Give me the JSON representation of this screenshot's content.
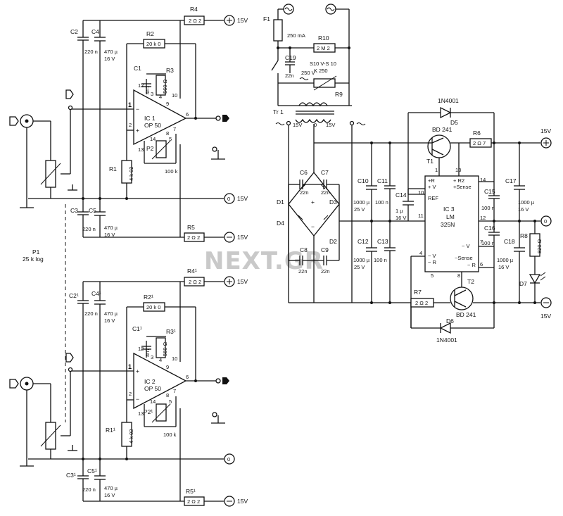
{
  "watermark": "NEXT.GR",
  "ch1": {
    "r4": "R4",
    "r4v": "2 Ω 2",
    "vpos": "15V",
    "c2": "C2",
    "c2v": "220 n",
    "c4": "C4",
    "c4v1": "470 µ",
    "c4v2": "16 V",
    "r2": "R2",
    "r2v": "20 k 0",
    "c1": "C1",
    "c1v": "4n7",
    "r3": "R3",
    "r3v": "560 Ω",
    "ic": "IC 1",
    "icv": "OP 50",
    "p2": "P2",
    "p2v": "100 k",
    "r1": "R1",
    "r1v": "4 k 02",
    "gnd": "0",
    "gndv": "15V",
    "c3": "C3",
    "c3v": "220 n",
    "c5": "C5",
    "c5v1": "470 µ",
    "c5v2": "16 V",
    "r5": "R5",
    "r5v": "2 Ω 2",
    "vneg": "15V",
    "pins": [
      "12",
      "3",
      "4",
      "10",
      "1",
      "9",
      "6",
      "2",
      "8",
      "7",
      "5",
      "13",
      "14"
    ]
  },
  "ch2": {
    "r4": "R4¹",
    "r4v": "2 Ω 2",
    "vpos": "15V",
    "c2": "C2¹",
    "c2v": "220 n",
    "c4": "C4¹",
    "c4v1": "470 µ",
    "c4v2": "16 V",
    "r2": "R2¹",
    "r2v": "20 k 0",
    "c1": "C1¹",
    "c1v": "4n7",
    "r3": "R3¹",
    "r3v": "560 Ω",
    "ic": "IC 2",
    "icv": "OP 50",
    "p2": "P2¹",
    "p2v": "100 k",
    "r1": "R1¹",
    "r1v": "4 k 02",
    "gnd": "0",
    "c3": "C3¹",
    "c3v": "220 n",
    "c5": "C5¹",
    "c5v1": "470 µ",
    "c5v2": "16 V",
    "r5": "R5¹",
    "r5v": "2 Ω 2",
    "vneg": "15V",
    "pins": [
      "12",
      "3",
      "4",
      "10",
      "1",
      "9",
      "6",
      "2",
      "8",
      "7",
      "5",
      "13",
      "14"
    ]
  },
  "pot": {
    "name": "P1",
    "value": "25 k log"
  },
  "psu": {
    "f1": "F1",
    "f1v": "250 mA",
    "r10": "R10",
    "r10v": "2 M 2",
    "c19": "C19",
    "c19v1": "22n",
    "c19v2": "250 V",
    "r9": "R9",
    "r9v1": "S10 V-S 10",
    "r9v2": "K 250",
    "tr": "Tr 1",
    "tr_l": "15V",
    "tr_c": "0",
    "tr_r": "15V",
    "c6": "C6",
    "c6v": "22n",
    "c7": "C7",
    "c7v": "22n",
    "c8": "C8",
    "c8v": "22n",
    "c9": "C9",
    "c9v": "22n",
    "d1": "D1",
    "d2": "D2",
    "d3": "D3",
    "d4": "D4",
    "c10": "C10",
    "c10v1": "1000 µ",
    "c10v2": "25 V",
    "c11": "C11",
    "c11v": "100 n",
    "c12": "C12",
    "c12v1": "1000 µ",
    "c12v2": "25 V",
    "c13": "C13",
    "c13v": "100 n",
    "c14": "C14",
    "c14v1": "1 µ",
    "c14v2": "16 V",
    "d5": "D5",
    "d5v": "1N4001",
    "d6": "D6",
    "d6v": "1N4001",
    "t1": "T1",
    "t1v": "BD 241",
    "t2": "T2",
    "t2v": "BD 241",
    "r6": "R6",
    "r6v": "2 Ω 7",
    "r7": "R7",
    "r7v": "2 Ω 2",
    "ic3": "IC 3",
    "ic3v1": "LM",
    "ic3v2": "325N",
    "ic3_pr": "+R",
    "ic3_pv": "+ V",
    "ic3_ref": "REF",
    "ic3_r2": "+ R2",
    "ic3_sense": "+Sense",
    "ic3_mr": "− R",
    "ic3_mv": "− V",
    "ic3_msense": "−Sense",
    "ic3_vo": "− V",
    "ic3_r": "− R",
    "ic3_pins": [
      "1",
      "13",
      "14",
      "10",
      "11",
      "7",
      "4",
      "5",
      "8",
      "6",
      "12"
    ],
    "c15": "C15",
    "c15v": "100 n",
    "c16": "C16",
    "c16v": "100 n",
    "c17": "C17",
    "c17v1": "1000 µ",
    "c17v2": "16 V",
    "c18": "C18",
    "c18v1": "1000 µ",
    "c18v2": "16 V",
    "r8": "R8",
    "r8v": "820 Ω",
    "d7": "D7",
    "out_pos": "15V",
    "out_zero": "0",
    "out_neg": "15V"
  }
}
